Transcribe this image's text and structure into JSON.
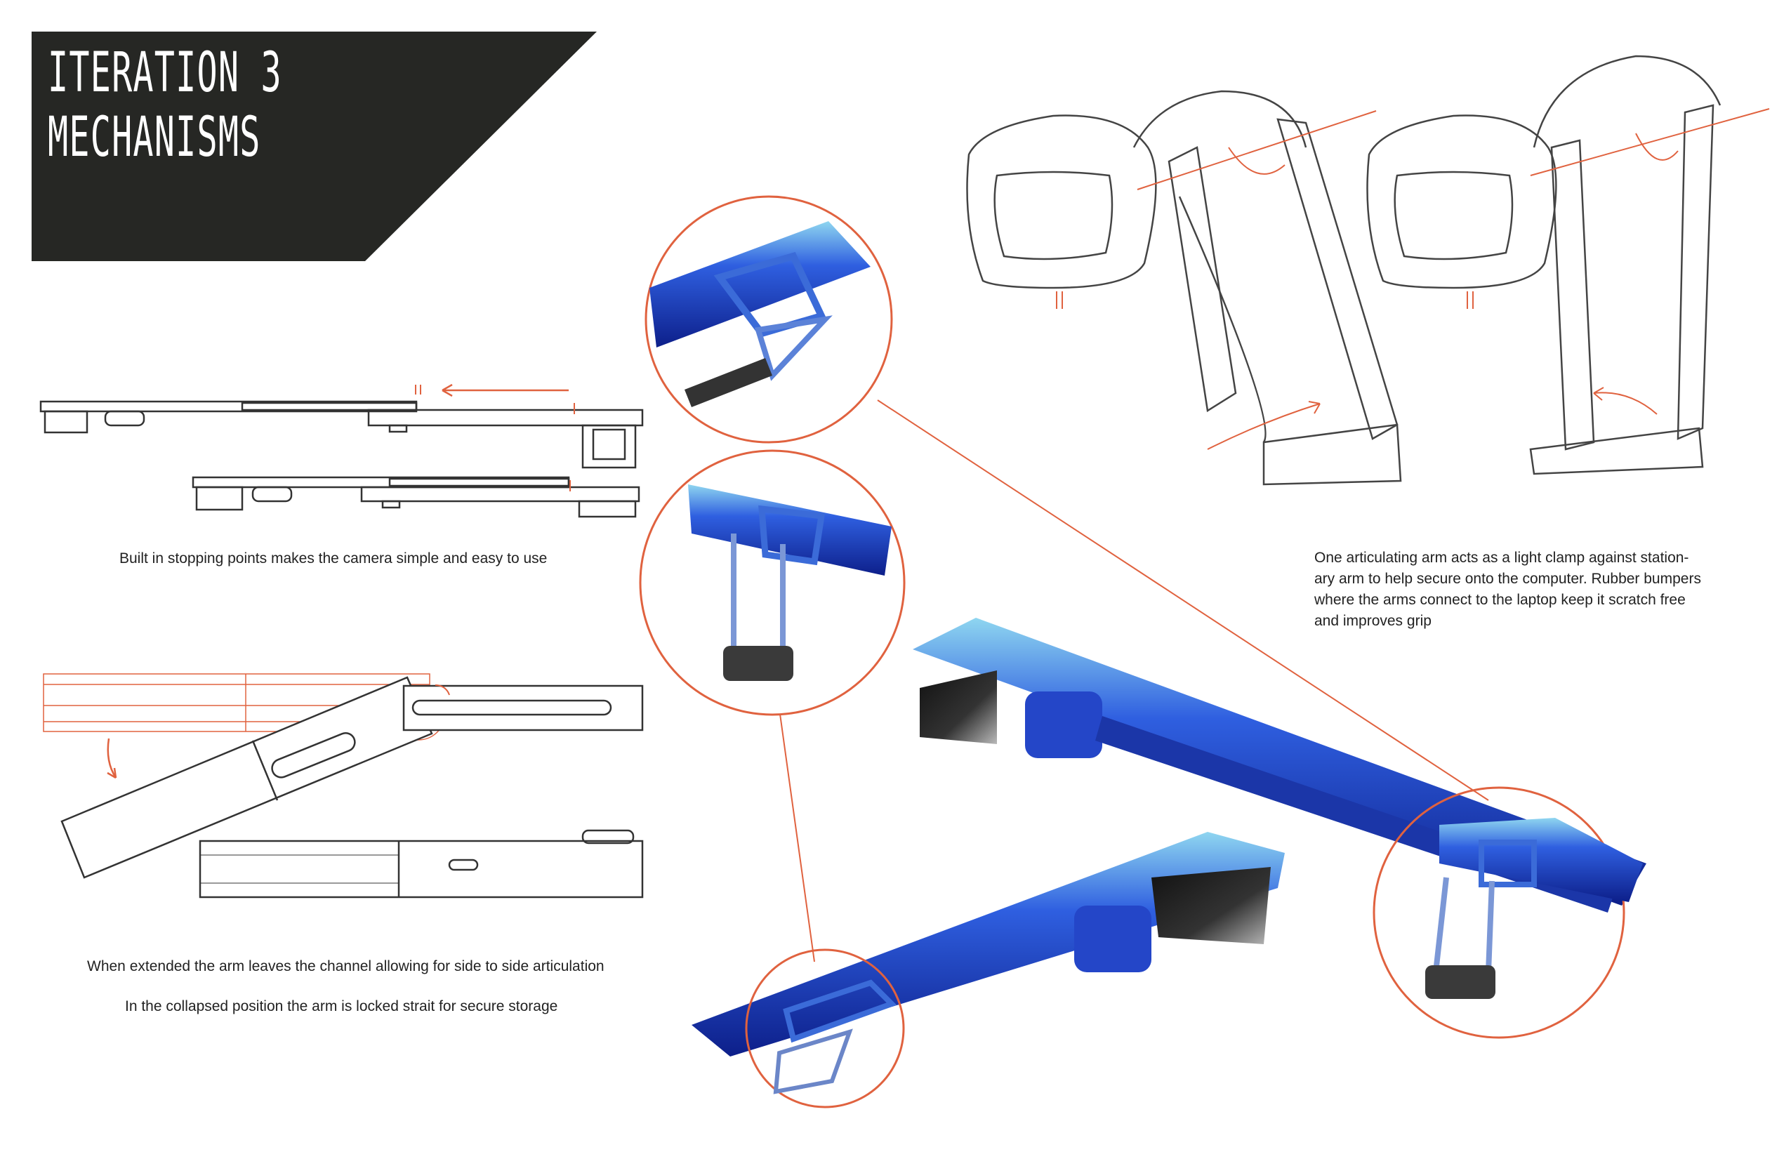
{
  "header": {
    "title_line1": "ITERATION 3",
    "title_line2": "MECHANISMS",
    "background": "#262724",
    "text_color": "#ffffff"
  },
  "captions": {
    "stopping_points": "Built in stopping points makes the camera simple and easy to use",
    "extended_arm": "When extended the arm leaves the channel allowing for side to side articulation",
    "collapsed_position": "In the collapsed position the arm is locked strait for secure storage",
    "articulating_arm": "One articulating arm acts as a light clamp against station-ary arm to help secure onto the computer. Rubber bumpers where the arms connect to the laptop keep it scratch free and improves grip"
  },
  "colors": {
    "accent_orange": "#e0623f",
    "render_blue": "#2f5fe0",
    "sketch_line": "#333333"
  }
}
